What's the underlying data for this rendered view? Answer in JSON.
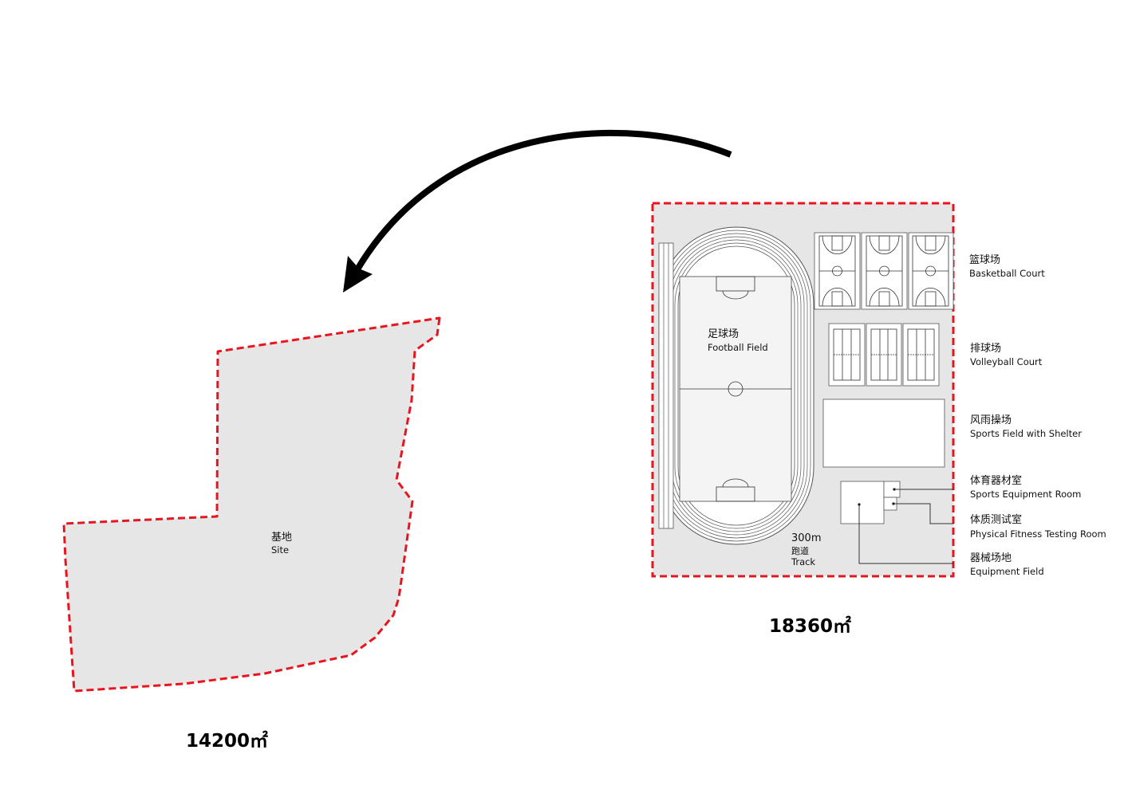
{
  "site": {
    "label_cn": "基地",
    "label_en": "Site",
    "area": "14200㎡"
  },
  "program": {
    "area": "18360㎡",
    "football": {
      "cn": "足球场",
      "en": "Football Field"
    },
    "track": {
      "length": "300m",
      "cn": "跑道",
      "en": "Track"
    },
    "basketball": {
      "cn": "篮球场",
      "en": "Basketball Court"
    },
    "volleyball": {
      "cn": "排球场",
      "en": "Volleyball Court"
    },
    "shelter": {
      "cn": "风雨操场",
      "en": "Sports Field with Shelter"
    },
    "equipment_room": {
      "cn": "体育器材室",
      "en": "Sports Equipment Room"
    },
    "fitness_room": {
      "cn": "体质测试室",
      "en": "Physical Fitness Testing Room"
    },
    "equipment_field": {
      "cn": "器械场地",
      "en": "Equipment Field"
    }
  },
  "colors": {
    "boundary": "#e8141e",
    "fill": "#e6e6e6",
    "arrow": "#000000"
  }
}
